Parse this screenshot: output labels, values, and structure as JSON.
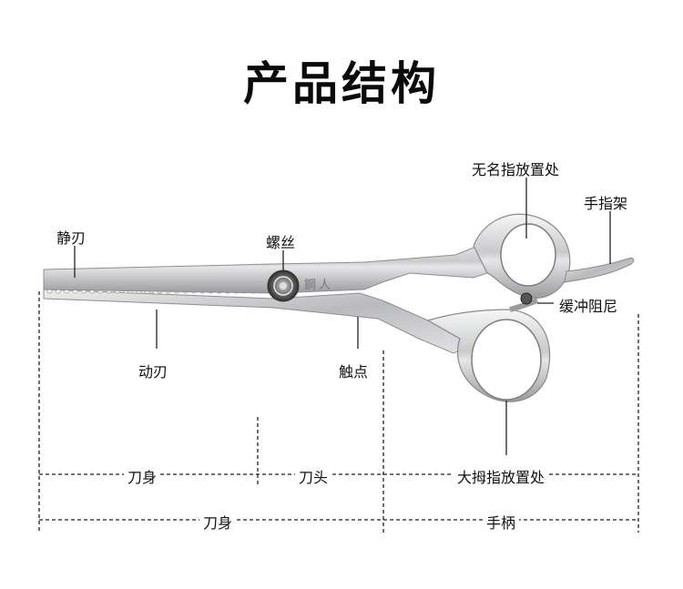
{
  "title": "产品结构",
  "labels": {
    "jing_ren": "静刃",
    "luo_si": "螺丝",
    "wu_ming_zhi": "无名指放置处",
    "shou_zhi_jia": "手指架",
    "huan_chong": "缓冲阻尼",
    "dong_ren": "动刃",
    "chu_dian": "触点"
  },
  "engraving": "鋼人",
  "segments": {
    "row1": [
      "刀身",
      "刀头",
      "大拇指放置处"
    ],
    "row2": [
      "刀身",
      "手柄"
    ]
  }
}
